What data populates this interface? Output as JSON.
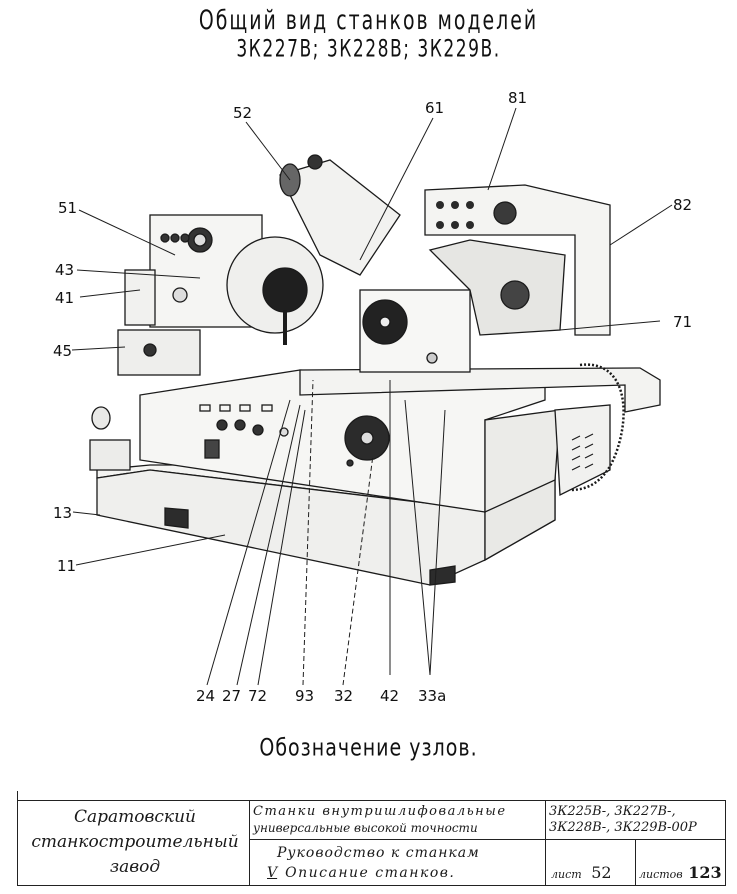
{
  "header": {
    "title_line1": "Общий вид станков моделей",
    "title_line2": "3К227В; 3К228В; 3К229В."
  },
  "drawing": {
    "subject": "internal grinding machine general view",
    "callouts": [
      {
        "id": "c52",
        "label": "52"
      },
      {
        "id": "c61",
        "label": "61"
      },
      {
        "id": "c81",
        "label": "81"
      },
      {
        "id": "c82",
        "label": "82"
      },
      {
        "id": "c51",
        "label": "51"
      },
      {
        "id": "c43",
        "label": "43"
      },
      {
        "id": "c41",
        "label": "41"
      },
      {
        "id": "c45",
        "label": "45"
      },
      {
        "id": "c71",
        "label": "71"
      },
      {
        "id": "c13",
        "label": "13"
      },
      {
        "id": "c11",
        "label": "11"
      },
      {
        "id": "c24",
        "label": "24"
      },
      {
        "id": "c27",
        "label": "27"
      },
      {
        "id": "c72",
        "label": "72"
      },
      {
        "id": "c93",
        "label": "93"
      },
      {
        "id": "c32",
        "label": "32"
      },
      {
        "id": "c42",
        "label": "42"
      },
      {
        "id": "c33a",
        "label": "33а"
      }
    ]
  },
  "caption": "Обозначение узлов.",
  "title_block": {
    "organization": [
      "Саратовский",
      "станкостроительный",
      "завод"
    ],
    "product_line1": "Станки внутришлифовальные",
    "product_line2": "универсальные высокой точности",
    "models_line1": "3К225В-, 3К227В-,",
    "models_line2": "3К228В-, 3К229В-00Р",
    "document_line1": "Руководство к станкам",
    "document_section": "V",
    "document_line2": "Описание станков.",
    "sheet_label": "лист",
    "sheet_number": "52",
    "sheets_label": "листов",
    "sheets_total": "123"
  }
}
